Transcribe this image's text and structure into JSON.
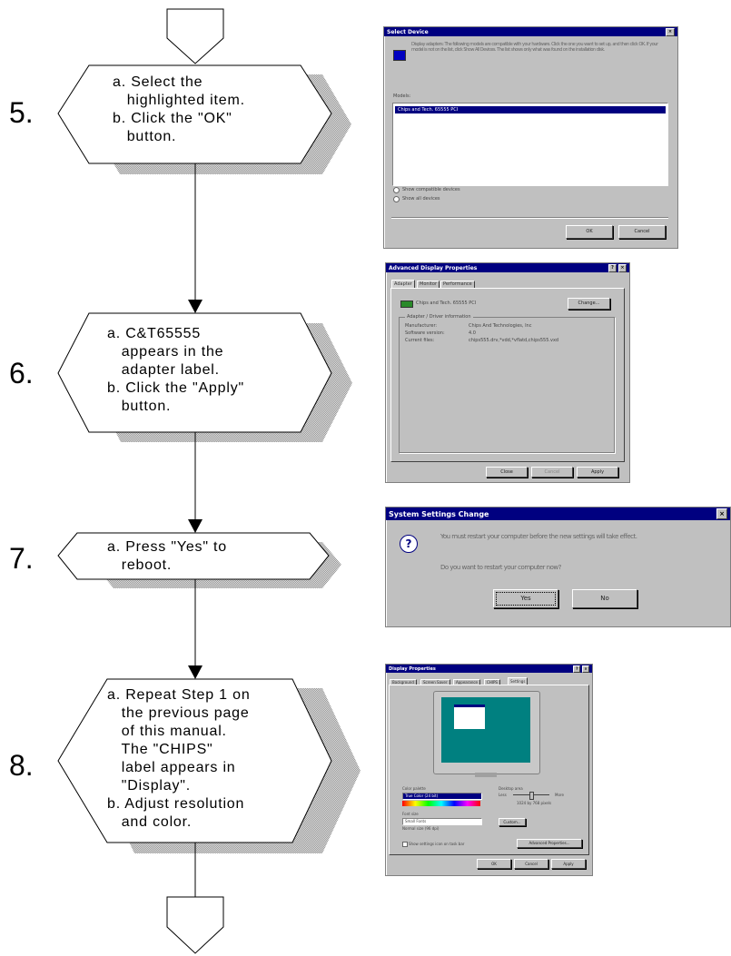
{
  "steps": [
    {
      "number": "5.",
      "lines": [
        "a. Select the",
        "   highlighted item.",
        "b. Click the \"OK\"",
        "   button."
      ]
    },
    {
      "number": "6.",
      "lines": [
        "a. C&T65555",
        "   appears in the",
        "   adapter label.",
        "b. Click the \"Apply\"",
        "   button."
      ]
    },
    {
      "number": "7.",
      "lines": [
        "a. Press \"Yes\" to",
        "   reboot."
      ]
    },
    {
      "number": "8.",
      "lines": [
        "a. Repeat Step 1 on",
        "   the previous page",
        "   of this manual.",
        "   The \"CHIPS\"",
        "   label appears in",
        "   \"Display\".",
        "b. Adjust resolution",
        "   and color."
      ]
    }
  ],
  "dialogs": {
    "select_device": {
      "title": "Select Device",
      "description": "Display adapters: The following models are compatible with your hardware. Click the one you want to set up, and then click OK. If your model is not on the list, click Show All Devices. The list shows only what was found on the installation disk.",
      "models_label": "Models:",
      "model_item": "Chips and Tech. 65555 PCI",
      "option_compatible": "Show compatible devices",
      "option_all": "Show all devices",
      "ok": "OK",
      "cancel": "Cancel"
    },
    "advanced_display": {
      "title": "Advanced Display Properties",
      "tabs": [
        "Adapter",
        "Monitor",
        "Performance"
      ],
      "adapter_name": "Chips and Tech. 65555 PCI",
      "change": "Change...",
      "group_label": "Adapter / Driver information",
      "rows": [
        {
          "label": "Manufacturer:",
          "value": "Chips And Technologies, Inc"
        },
        {
          "label": "Software version:",
          "value": "4.0"
        },
        {
          "label": "Current files:",
          "value": "chips555.drv,*vdd,*vflatd,chips555.vxd"
        }
      ],
      "close": "Close",
      "cancel": "Cancel",
      "apply": "Apply"
    },
    "system_settings": {
      "title": "System Settings Change",
      "message": "You must restart your computer before the new settings will take effect.",
      "question": "Do you want to restart your computer now?",
      "yes": "Yes",
      "no": "No"
    },
    "display_properties": {
      "title": "Display Properties",
      "tabs": [
        "Background",
        "Screen Saver",
        "Appearance",
        "CHIPS",
        "Settings"
      ],
      "color_palette": "Color palette",
      "palette_value": "True Color (24 bit)",
      "desktop_area": "Desktop area",
      "less": "Less",
      "more": "More",
      "resolution": "1024 by 768 pixels",
      "font_size": "Font size",
      "font_value": "Small Fonts",
      "normal_size": "Normal size (96 dpi)",
      "custom": "Custom...",
      "show_icon": "Show settings icon on task bar",
      "advanced": "Advanced Properties...",
      "ok": "OK",
      "cancel": "Cancel",
      "apply": "Apply"
    }
  }
}
